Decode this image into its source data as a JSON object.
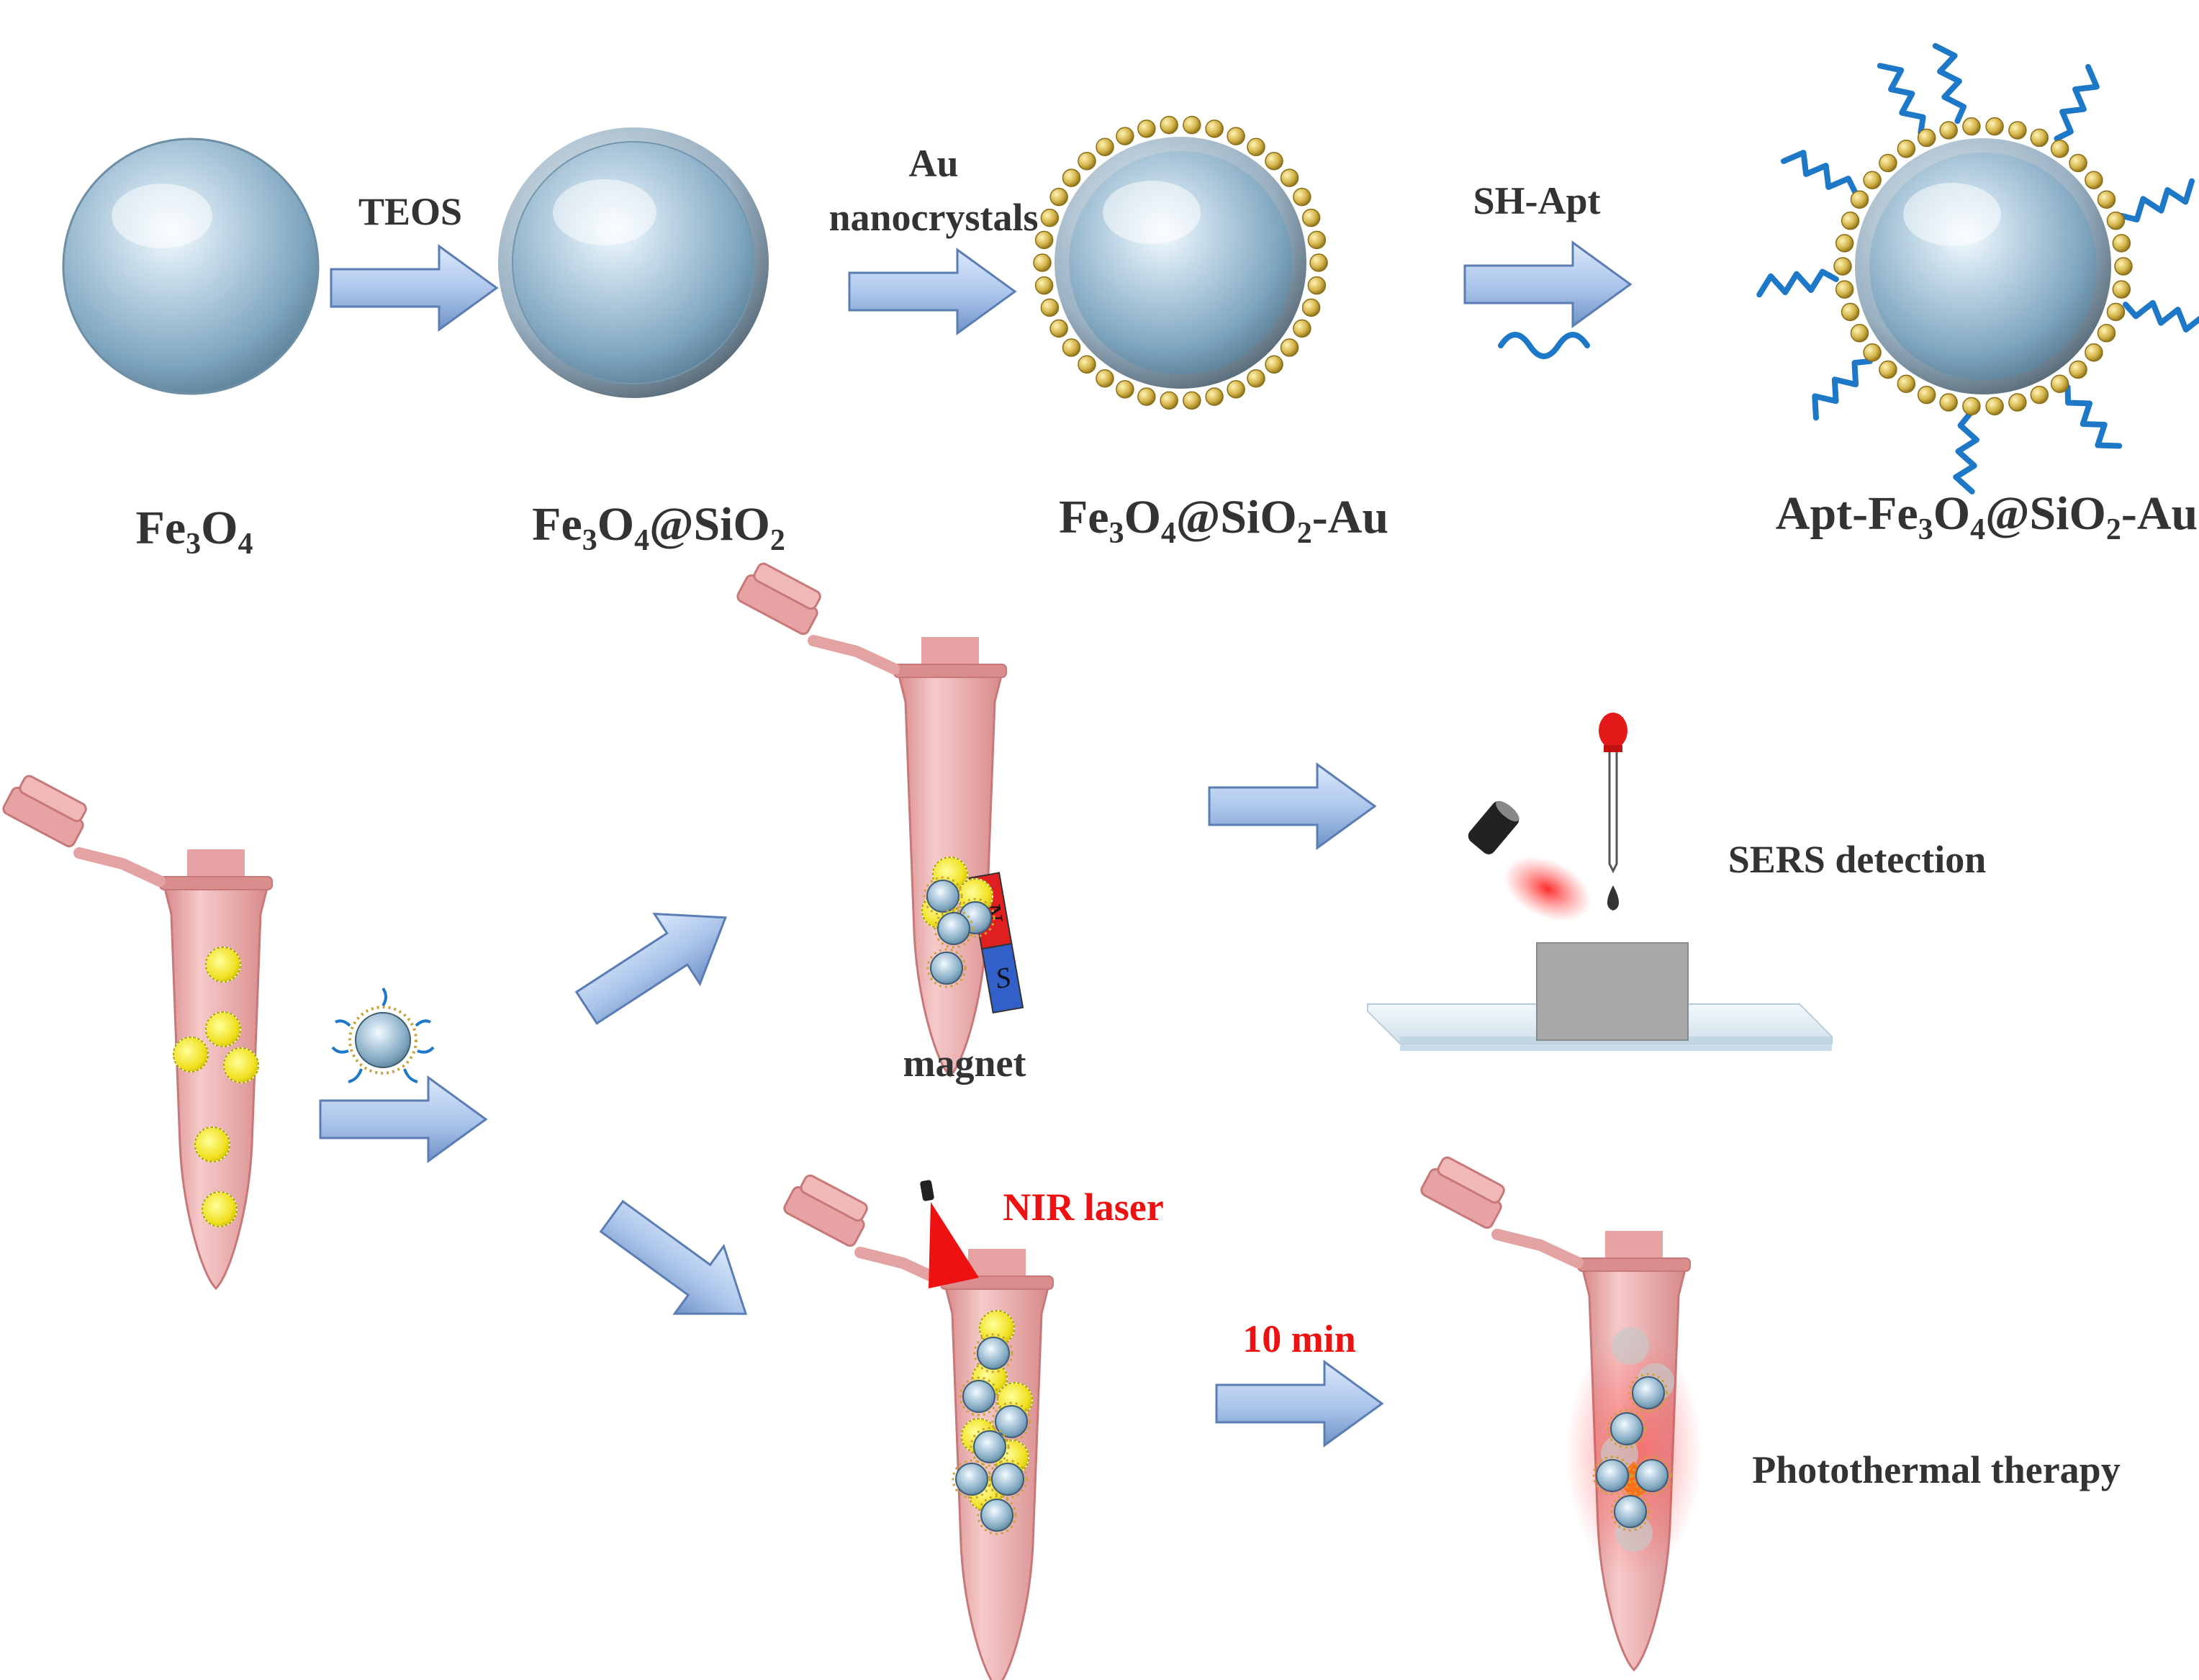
{
  "synthesis": {
    "steps": [
      {
        "reagent": "TEOS"
      },
      {
        "reagent_line1": "Au",
        "reagent_line2": "nanocrystals"
      },
      {
        "reagent": "SH-Apt"
      }
    ],
    "products": [
      {
        "main": "Fe",
        "s1": "3",
        "m2": "O",
        "s2": "4"
      },
      {
        "main": "Fe",
        "s1": "3",
        "m2": "O",
        "s2": "4",
        "m3": "@SiO",
        "s3": "2"
      },
      {
        "main": "Fe",
        "s1": "3",
        "m2": "O",
        "s2": "4",
        "m3": "@SiO",
        "s3": "2",
        "m4": "-Au"
      },
      {
        "main": "Apt-Fe",
        "s1": "3",
        "m2": "O",
        "s2": "4",
        "m3": "@SiO",
        "s3": "2",
        "m4": "-Au"
      }
    ]
  },
  "application": {
    "magnet_label": "magnet",
    "magnet_pole_n": "N",
    "magnet_pole_s": "S",
    "sers_label": "SERS detection",
    "laser_label": "NIR laser",
    "time_label": "10 min",
    "therapy_label": "Photothermal therapy"
  },
  "colors": {
    "sphere": "#9fc2d6",
    "arrow": "#a9c4ea",
    "gold": "#d4b44a",
    "aptamer": "#1e78c8",
    "tube": "#e8a0a0",
    "accent_red": "#ee1111"
  }
}
